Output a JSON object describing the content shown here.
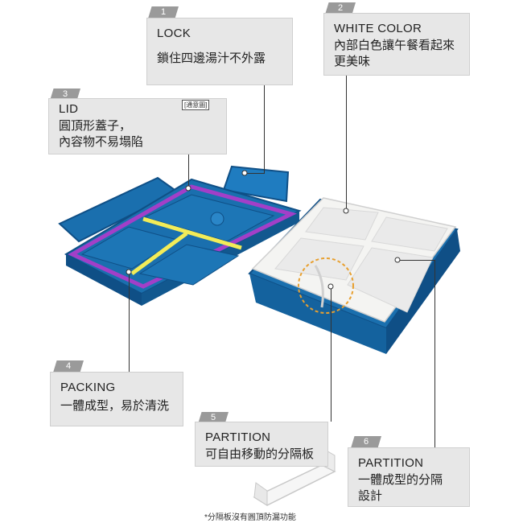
{
  "callouts": [
    {
      "number": "1",
      "title": "LOCK",
      "lines": [
        "鎖住四邊湯汁不外露"
      ]
    },
    {
      "number": "2",
      "title": "WHITE COLOR",
      "lines": [
        "內部白色讓午餐看起來",
        "更美味"
      ]
    },
    {
      "number": "3",
      "title": "LID",
      "lines": [
        "圓頂形蓋子，",
        "內容物不易塌陷"
      ]
    },
    {
      "number": "4",
      "title": "PACKING",
      "lines": [
        "一體成型，易於清洗"
      ]
    },
    {
      "number": "5",
      "title": "PARTITION",
      "lines": [
        "可自由移動的分隔板"
      ]
    },
    {
      "number": "6",
      "title": "PARTITION",
      "lines": [
        "一體成型的分隔",
        "設計"
      ]
    }
  ],
  "schematic_label": "[通意圖]",
  "footnote": "*分隔板沒有圓頂防漏功能",
  "colors": {
    "lid_blue": "#1a6fae",
    "lid_dark": "#0f4f86",
    "packing_purple": "#a23fc8",
    "packing_yellow": "#f2ec58",
    "tray_white": "#f4f4f2",
    "panel_gray": "#e7e7e7"
  }
}
